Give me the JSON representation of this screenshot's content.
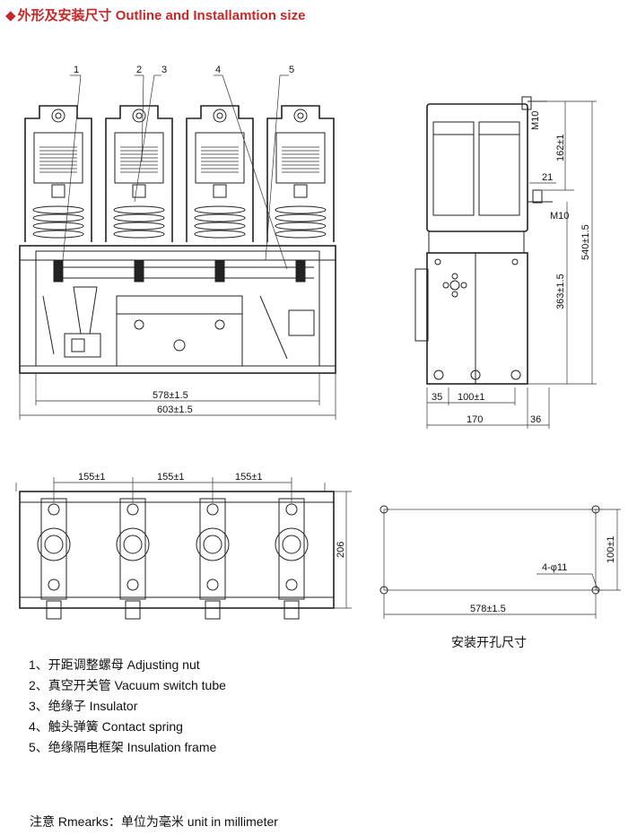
{
  "title": {
    "bullet": "◆",
    "text": "外形及安装尺寸 Outline and Installamtion size"
  },
  "front_view": {
    "callouts": [
      "1",
      "2",
      "3",
      "4",
      "5"
    ],
    "dims": [
      "578±1.5",
      "603±1.5"
    ]
  },
  "side_view": {
    "dims": [
      "M10",
      "162±1",
      "21",
      "M10",
      "540±1.5",
      "363±1.5",
      "35",
      "100±1",
      "170",
      "36"
    ]
  },
  "top_view": {
    "dims": [
      "155±1",
      "155±1",
      "155±1",
      "206"
    ]
  },
  "mounting_holes": {
    "dims": [
      "100±1",
      "4-φ11",
      "578±1.5"
    ],
    "caption": "安装开孔尺寸"
  },
  "legend": [
    "1、开距调整螺母 Adjusting nut",
    "2、真空开关管 Vacuum switch tube",
    "3、绝缘子 Insulator",
    "4、触头弹簧 Contact spring",
    "5、绝缘隔电框架 Insulation frame"
  ],
  "note": "注意 Rmearks：单位为毫米 unit in millimeter"
}
